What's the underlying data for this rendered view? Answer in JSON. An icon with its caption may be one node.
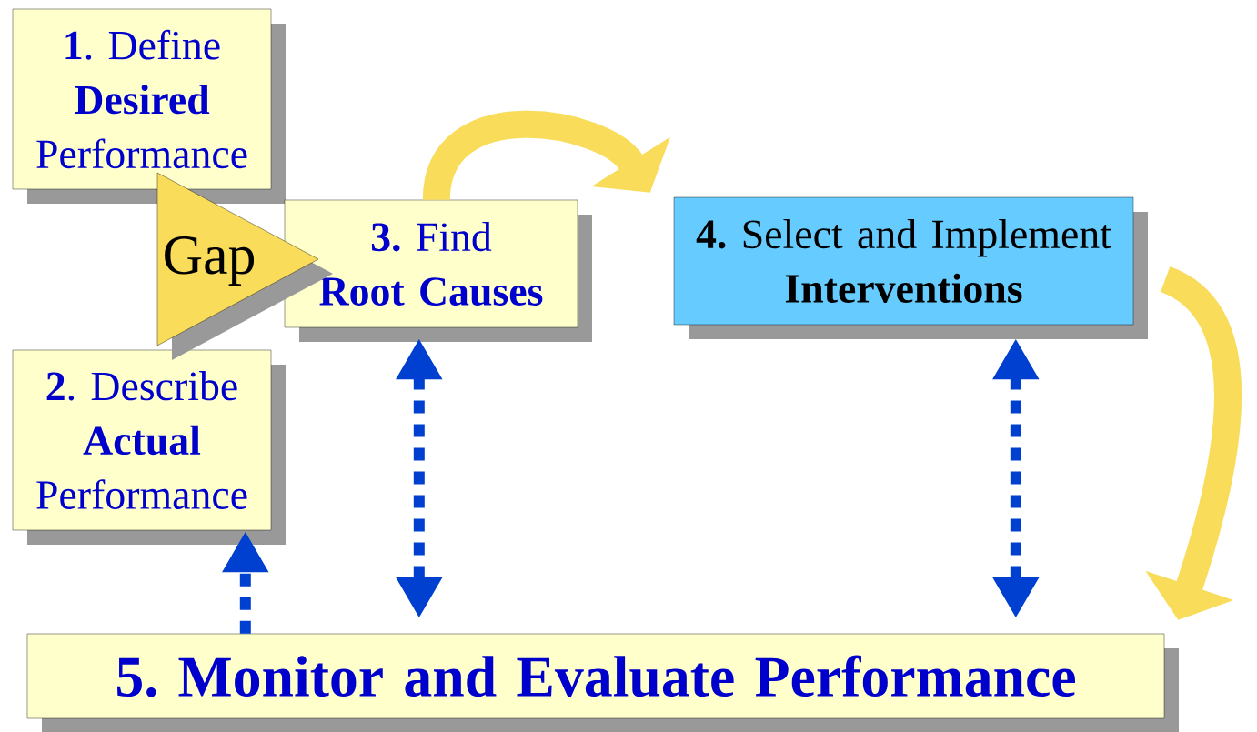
{
  "diagram": {
    "nodes": [
      {
        "text": [
          "**1**. Define **Desired** Performance"
        ]
      },
      {
        "text": [
          "Gap"
        ]
      },
      {
        "text": [
          "**2**. Describe **Actual** Performance"
        ]
      },
      {
        "text": [
          "**3.** Find",
          "Root Causes"
        ]
      },
      {
        "text": [
          "**4.** Select and Implement **Interventions**"
        ]
      },
      {
        "text": [
          "5. Monitor and Evaluate Performance"
        ]
      }
    ],
    "edges": [
      {
        "from": 3,
        "to": 4,
        "arrow": "to",
        "style": "thick",
        "color": "#f8dc5a"
      },
      {
        "from": 4,
        "to": 5,
        "arrow": "to",
        "style": "thick",
        "color": "#f8dc5a"
      },
      {
        "from": 3,
        "to": 5,
        "arrow": "both",
        "style": "dashed"
      },
      {
        "from": 4,
        "to": 5,
        "arrow": "both",
        "style": "dashed"
      },
      {
        "from": 5,
        "to": 2,
        "arrow": "to",
        "style": "dashed"
      }
    ]
  }
}
